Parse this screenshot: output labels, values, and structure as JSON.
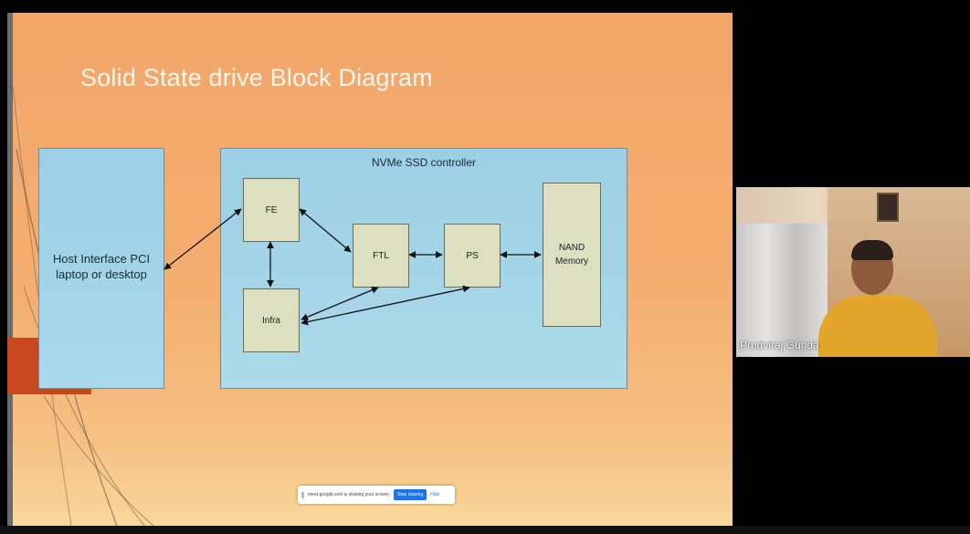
{
  "slide": {
    "title": "Solid State drive Block Diagram",
    "host_box": {
      "line1": "Host Interface PCI",
      "line2": "laptop or desktop"
    },
    "controller": {
      "label": "NVMe SSD controller",
      "blocks": {
        "fe": "FE",
        "infra": "Infra",
        "ftl": "FTL",
        "ps": "PS",
        "nand_line1": "NAND",
        "nand_line2": "Memory"
      }
    }
  },
  "share_bar": {
    "message": "meet.google.com is sharing your screen.",
    "stop_label": "Stop sharing",
    "hide_label": "Hide"
  },
  "video": {
    "participant_name": "Prudviraj Gunda"
  },
  "colors": {
    "slide_bg": "#f4ae70",
    "box_blue": "#a9d9ea",
    "block_fill": "#dcdfc0",
    "accent_red": "#c8471e",
    "share_blue": "#1a73e8"
  }
}
